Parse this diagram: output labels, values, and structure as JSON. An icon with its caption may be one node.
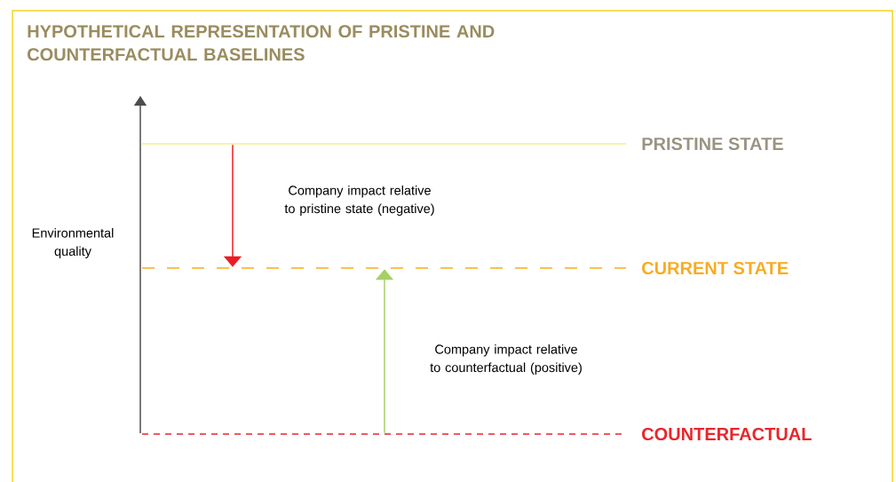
{
  "diagram": {
    "title": "HYPOTHETICAL REPRESENTATION OF PRISTINE AND COUNTERFACTUAL BASELINES",
    "nodes": [
      {
        "text": [],
        "shape": "line",
        "beside": [
          "PRISTINE STATE"
        ]
      },
      {
        "text": [],
        "shape": "line",
        "beside": [
          "CURRENT STATE"
        ]
      },
      {
        "text": [],
        "shape": "line",
        "beside": [
          "COUNTERFACTUAL"
        ]
      }
    ],
    "edges": [
      {
        "from": 0,
        "to": 1,
        "arrow": "to",
        "color": "#ed1c24",
        "label": "Company impact relative to pristine state (negative)"
      },
      {
        "from": 2,
        "to": 1,
        "arrow": "to",
        "color": "#a6d066",
        "label": "Company impact relative to counterfactual (positive)"
      }
    ],
    "labels": [
      "Environmental quality"
    ]
  }
}
